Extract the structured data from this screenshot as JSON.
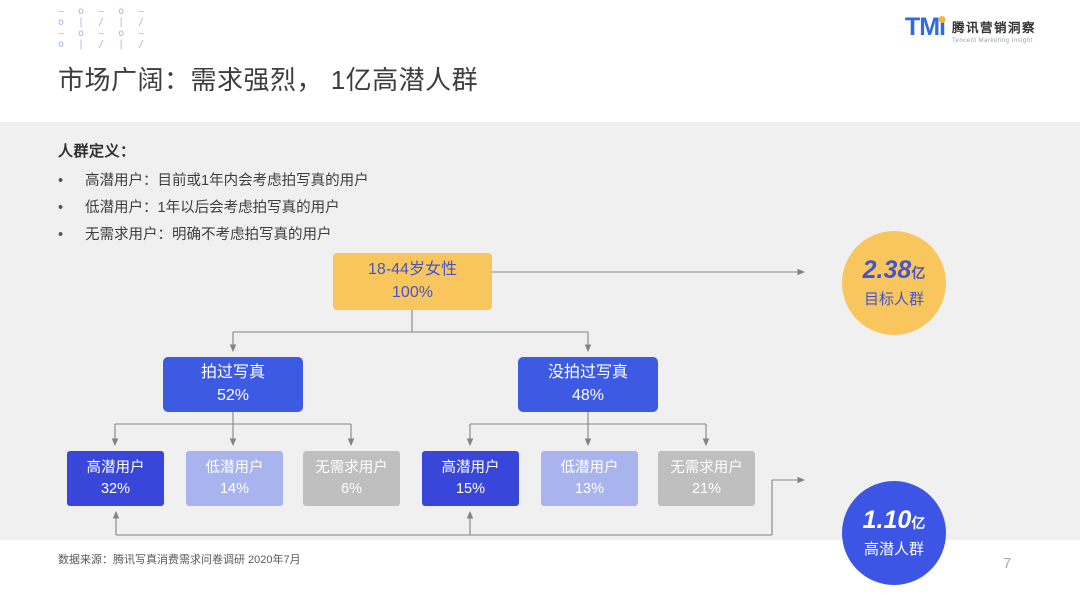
{
  "header": {
    "decoration": [
      "– o – o –",
      "o | / | /",
      "– o – o –",
      "o | / | /"
    ],
    "logo": {
      "tm": "TM",
      "cn": "腾讯营销洞察",
      "en": "Tencent Marketing Insight"
    }
  },
  "title": "市场广阔：需求强烈， 1亿高潜人群",
  "definitions": {
    "heading": "人群定义：",
    "bullet": "•",
    "items": [
      "高潜用户：目前或1年内会考虑拍写真的用户",
      "低潜用户：1年以后会考虑拍写真的用户",
      "无需求用户：明确不考虑拍写真的用户"
    ]
  },
  "diagram": {
    "root": {
      "label": "18-44岁女性",
      "value": "100%"
    },
    "level2": [
      {
        "label": "拍过写真",
        "value": "52%"
      },
      {
        "label": "没拍过写真",
        "value": "48%"
      }
    ],
    "level3": [
      {
        "label": "高潜用户",
        "value": "32%"
      },
      {
        "label": "低潜用户",
        "value": "14%"
      },
      {
        "label": "无需求用户",
        "value": "6%"
      },
      {
        "label": "高潜用户",
        "value": "15%"
      },
      {
        "label": "低潜用户",
        "value": "13%"
      },
      {
        "label": "无需求用户",
        "value": "21%"
      }
    ],
    "target_circle": {
      "number": "2.38",
      "unit": "亿",
      "label": "目标人群"
    },
    "potential_circle": {
      "number": "1.10",
      "unit": "亿",
      "label": "高潜人群"
    }
  },
  "colors": {
    "accent_yellow": "#f9c65d",
    "primary_blue": "#3d5ae2",
    "high_potential_blue": "#3847d9",
    "low_potential_blue": "#a9b4ef",
    "no_need_gray": "#bfbfbf",
    "circle_blue": "#3c55e4",
    "panel_gray": "#f0f0f1",
    "text_blue": "#4355cb",
    "connector_gray": "#848484"
  },
  "footer": {
    "source": "数据来源：腾讯写真消费需求问卷调研 2020年7月",
    "page": "7"
  }
}
